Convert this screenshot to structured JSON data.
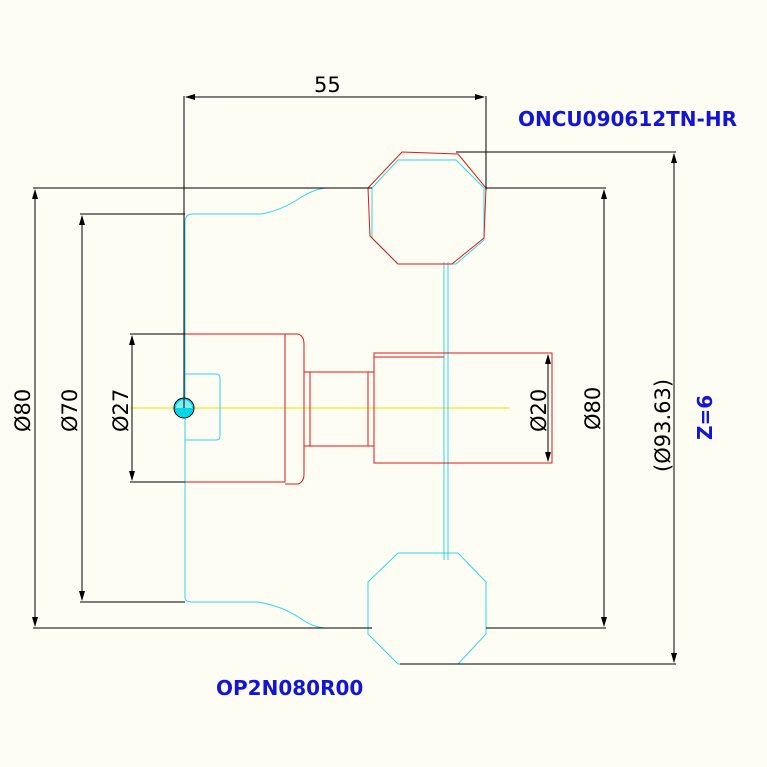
{
  "dimensions": {
    "width_55": "55",
    "dia_80_left": "Ø80",
    "dia_70": "Ø70",
    "dia_27": "Ø27",
    "dia_20": "Ø20",
    "dia_80_right": "Ø80",
    "dia_93": "(Ø93.63)"
  },
  "labels": {
    "insert_code": "ONCU090612TN-HR",
    "teeth": "Z=6",
    "cutter_code": "OP2N080R00"
  },
  "colors": {
    "background": "#fdfdf3",
    "dimension_lines": "#000000",
    "insert_outline": "#e01818",
    "body_outline": "#31d5e6",
    "center_line": "#f0e000",
    "label_text": "#1414d8"
  }
}
